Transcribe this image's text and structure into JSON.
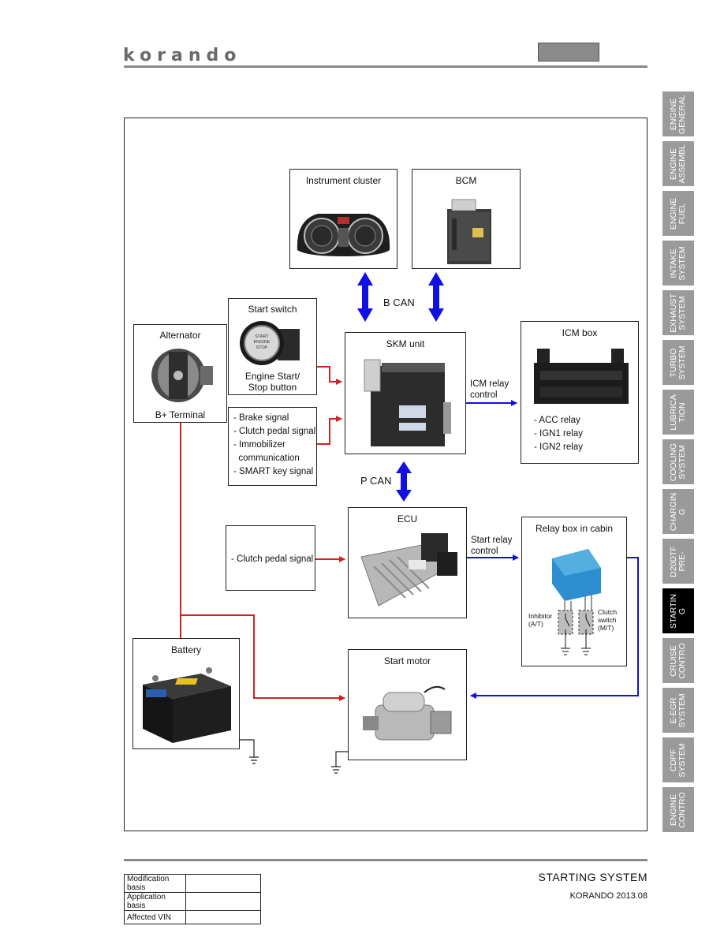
{
  "header": {
    "logo": "korando"
  },
  "side_tabs": [
    {
      "label": "ENGINE\nGENERAL",
      "active": false
    },
    {
      "label": "ENGINE\nASSEMBL",
      "active": false
    },
    {
      "label": "ENGINE\nFUEL",
      "active": false
    },
    {
      "label": "INTAKE\nSYSTEM",
      "active": false
    },
    {
      "label": "EXHAUST\nSYSTEM",
      "active": false
    },
    {
      "label": "TURBO\nSYSTEM",
      "active": false
    },
    {
      "label": "LUBRICA\nTION",
      "active": false
    },
    {
      "label": "COOLING\nSYSTEM",
      "active": false
    },
    {
      "label": "CHARGIN\nG",
      "active": false
    },
    {
      "label": "D20DTF\nPRE-",
      "active": false
    },
    {
      "label": "STARTIN\nG",
      "active": true
    },
    {
      "label": "CRUISE\nCONTRO",
      "active": false
    },
    {
      "label": "E-EGR\nSYSTEM",
      "active": false
    },
    {
      "label": "CDPF\nSYSTEM",
      "active": false
    },
    {
      "label": "ENGINE\nCONTRO",
      "active": false
    }
  ],
  "diagram": {
    "instrument_cluster": "Instrument cluster",
    "bcm": "BCM",
    "b_can": "B  CAN",
    "p_can": "P  CAN",
    "start_switch": "Start switch",
    "start_button_text": "START\nENGINE\nSTOP",
    "start_switch_caption": "Engine Start/\nStop button",
    "alternator": "Alternator",
    "b_terminal": "B+ Terminal",
    "skm_unit": "SKM unit",
    "skm_inputs": "- Brake signal\n- Clutch pedal signal\n- Immobilizer\n  communication\n- SMART key signal",
    "icm_relay_control": "ICM relay\ncontrol",
    "icm_box": "ICM box",
    "icm_relays": "- ACC relay\n- IGN1 relay\n- IGN2 relay",
    "ecu": "ECU",
    "ecu_input": "- Clutch pedal signal",
    "start_relay_control": "Start relay\ncontrol",
    "relay_box": "Relay box in cabin",
    "inhibitor": "Inhibitor\n(A/T)",
    "clutch_switch": "Clutch\nswitch\n(M/T)",
    "battery": "Battery",
    "start_motor": "Start motor"
  },
  "footer": {
    "rows": [
      {
        "key": "Modification basis",
        "value": ""
      },
      {
        "key": "Application basis",
        "value": ""
      },
      {
        "key": "Affected VIN",
        "value": ""
      }
    ],
    "section_title": "STARTING SYSTEM",
    "model": "KORANDO 2013.08"
  },
  "colors": {
    "can_arrow": "#1010e0",
    "power_line": "#d42020",
    "tab_bg": "#9a9a9a",
    "tab_active": "#000000"
  }
}
